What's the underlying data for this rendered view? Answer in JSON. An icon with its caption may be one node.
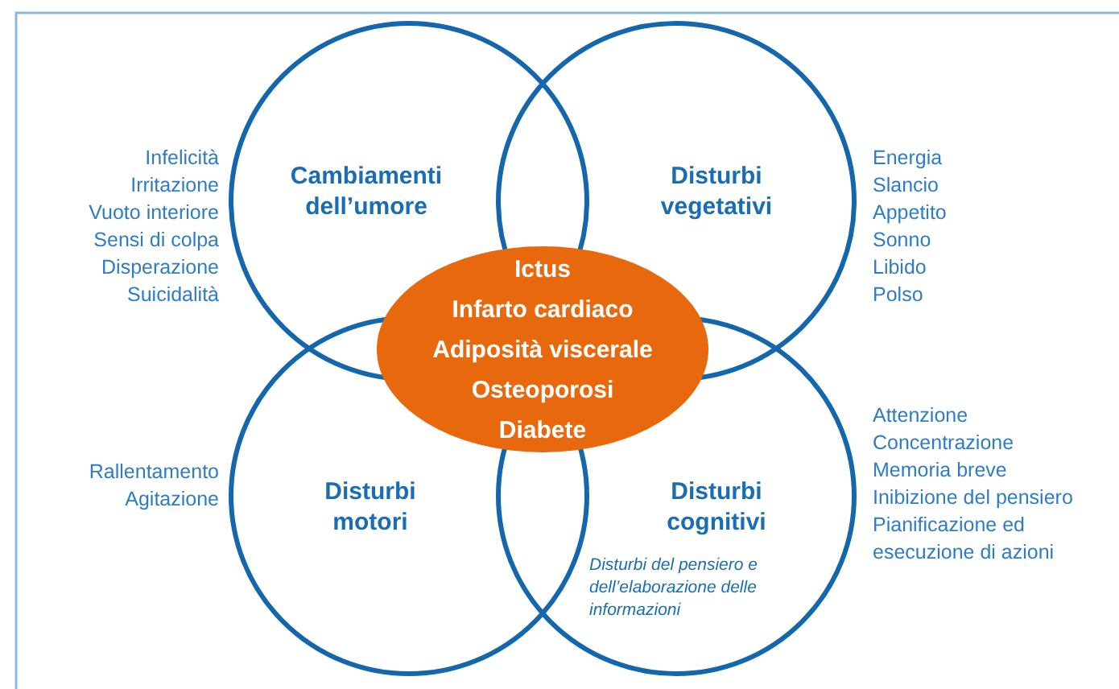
{
  "diagram": {
    "nodes": [
      {
        "text": [
          "Cambiamenti dell’umore"
        ]
      },
      {
        "text": [
          "Disturbi vegetativi"
        ]
      },
      {
        "text": [
          "Disturbi motori"
        ]
      },
      {
        "text": [
          "Disturbi cognitivi",
          "Disturbi del pensiero e dell’elaborazione delle informazioni"
        ]
      },
      {
        "text": [
          "Ictus",
          "Infarto cardiaco",
          "Adiposità viscerale",
          "Osteoporosi",
          "Diabete"
        ]
      }
    ],
    "edges": [],
    "labels": [
      "Infelicità",
      "Irritazione",
      "Vuoto interiore",
      "Sensi di colpa",
      "Disperazione",
      "Suicidalità",
      "Energia",
      "Slancio",
      "Appetito",
      "Sonno",
      "Libido",
      "Polso",
      "Rallentamento",
      "Agitazione",
      "Attenzione",
      "Concentrazione",
      "Memoria breve",
      "Inibizione del pensiero",
      "Pianificazione ed esecuzione di azioni"
    ]
  }
}
